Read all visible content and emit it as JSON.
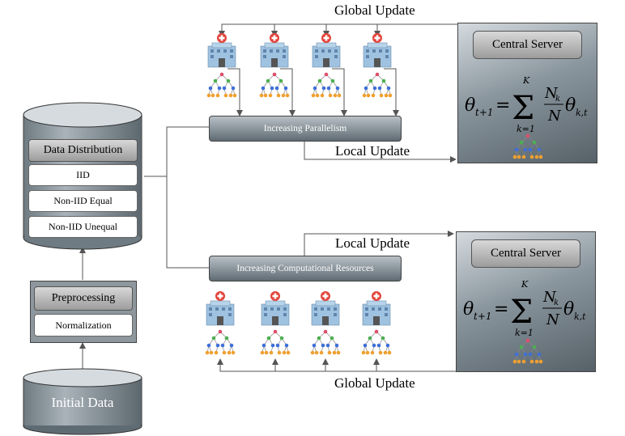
{
  "global_update_top": "Global Update",
  "global_update_bottom": "Global Update",
  "local_update_top": "Local Update",
  "local_update_bottom": "Local Update",
  "parallelism_label": "Increasing Parallelism",
  "computational_label": "Increasing Computational Resources",
  "central_server_top": "Central Server",
  "central_server_bottom": "Central Server",
  "data_distribution": {
    "title": "Data Distribution",
    "options": [
      "IID",
      "Non-IID Equal",
      "Non-IID Unequal"
    ]
  },
  "preprocessing": {
    "title": "Preprocessing",
    "step": "Normalization"
  },
  "initial_data": "Initial Data",
  "colors": {
    "server_dark": "#566168",
    "bar_dark": "#5f6b73",
    "arrow": "#555555"
  }
}
